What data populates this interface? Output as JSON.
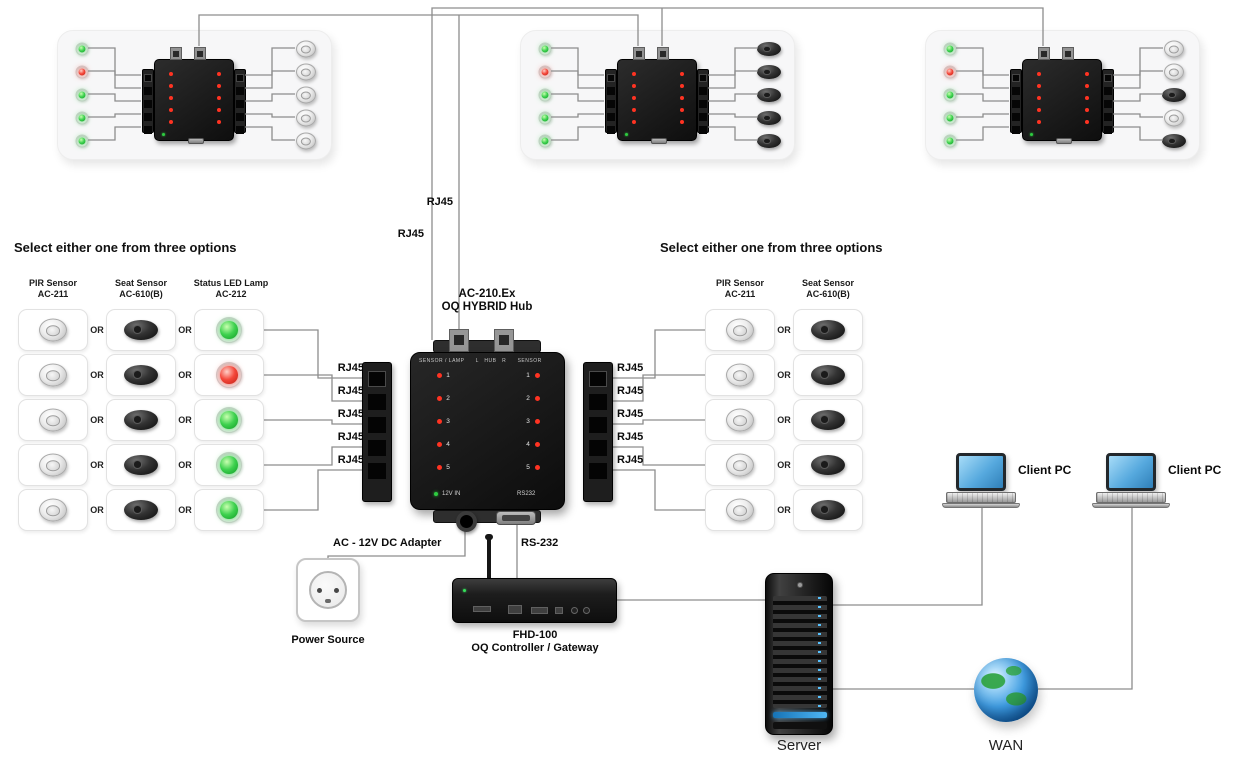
{
  "uplinks": {
    "labels": [
      "RJ45",
      "RJ45"
    ]
  },
  "top_panels": [
    {
      "leds": [
        "green",
        "red",
        "green",
        "green",
        "green"
      ],
      "sensors": [
        "pir",
        "pir",
        "pir",
        "pir",
        "pir"
      ]
    },
    {
      "leds": [
        "green",
        "red",
        "green",
        "green",
        "green"
      ],
      "sensors": [
        "seat",
        "seat",
        "seat",
        "seat",
        "seat"
      ]
    },
    {
      "leds": [
        "green",
        "red",
        "green",
        "green",
        "green"
      ],
      "sensors": [
        "pir",
        "pir",
        "seat",
        "pir",
        "seat"
      ]
    }
  ],
  "hub": {
    "title_line1": "AC-210.Ex",
    "title_line2": "OQ HYBRID Hub",
    "faceplate_top": "SENSOR / LAMP      L   HUB   R      SENSOR",
    "channel_numbers": "1\n2\n3\n4\n5",
    "power_led_label": "12V IN",
    "serial_label": "RS232"
  },
  "left_group": {
    "title": "Select either one from three options",
    "headers": [
      {
        "line1": "PIR Sensor",
        "line2": "AC-211"
      },
      {
        "line1": "Seat Sensor",
        "line2": "AC-610(B)"
      },
      {
        "line1": "Status LED Lamp",
        "line2": "AC-212"
      }
    ],
    "or": "OR",
    "rows": [
      {
        "pir": "pir",
        "seat": "seat",
        "led": "green"
      },
      {
        "pir": "pir",
        "seat": "seat",
        "led": "red"
      },
      {
        "pir": "pir",
        "seat": "seat",
        "led": "green"
      },
      {
        "pir": "pir",
        "seat": "seat",
        "led": "green"
      },
      {
        "pir": "pir",
        "seat": "seat",
        "led": "green"
      }
    ],
    "rj45_labels": [
      "RJ45",
      "RJ45",
      "RJ45",
      "RJ45",
      "RJ45"
    ]
  },
  "right_group": {
    "title": "Select either one from three options",
    "headers": [
      {
        "line1": "PIR Sensor",
        "line2": "AC-211"
      },
      {
        "line1": "Seat Sensor",
        "line2": "AC-610(B)"
      }
    ],
    "or": "OR",
    "rows": [
      {
        "pir": "pir",
        "seat": "seat"
      },
      {
        "pir": "pir",
        "seat": "seat"
      },
      {
        "pir": "pir",
        "seat": "seat"
      },
      {
        "pir": "pir",
        "seat": "seat"
      },
      {
        "pir": "pir",
        "seat": "seat"
      }
    ],
    "rj45_labels": [
      "RJ45",
      "RJ45",
      "RJ45",
      "RJ45",
      "RJ45"
    ]
  },
  "bottom": {
    "adapter_label": "AC - 12V DC Adapter",
    "rs232_label": "RS-232",
    "power_source_label": "Power Source",
    "controller_name": "FHD-100",
    "controller_desc": "OQ Controller / Gateway",
    "server_label": "Server",
    "wan_label": "WAN",
    "client_pcs": [
      "Client PC",
      "Client PC"
    ]
  },
  "colors": {
    "led_green": "#2ecc40",
    "led_red": "#e53935",
    "hub_led_red": "#ff3322",
    "screen_blue": "#56a9de",
    "server_led_blue": "#56c2ff",
    "wire_gray": "#8d8d8d"
  }
}
